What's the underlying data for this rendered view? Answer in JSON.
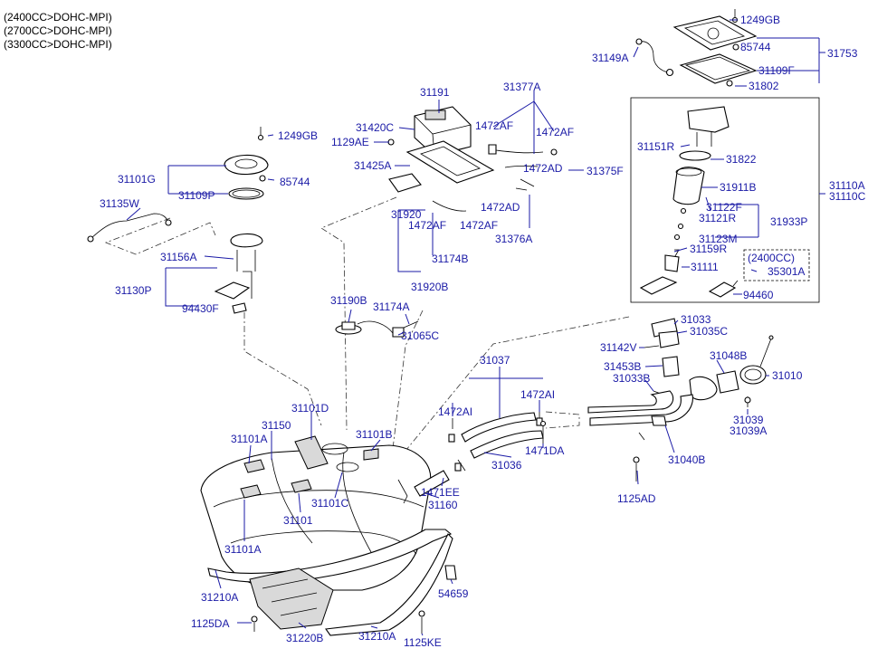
{
  "header_lines": [
    "(2400CC>DOHC-MPI)",
    "(2700CC>DOHC-MPI)",
    "(3300CC>DOHC-MPI)"
  ],
  "callouts": {
    "c1249GB_top": "1249GB",
    "c85744_top": "85744",
    "c31753": "31753",
    "c31149A": "31149A",
    "c31109F": "31109F",
    "c31802": "31802",
    "c31191": "31191",
    "c31377A": "31377A",
    "c1472AF_a": "1472AF",
    "c1472AF_b": "1472AF",
    "c31420C": "31420C",
    "c1129AE": "1129AE",
    "c31425A": "31425A",
    "c1472AD_a": "1472AD",
    "c31375F": "31375F",
    "c1472AD_b": "1472AD",
    "c31920": "31920",
    "c1472AF_c": "1472AF",
    "c1472AF_d": "1472AF",
    "c31376A": "31376A",
    "c31174B": "31174B",
    "c31920B": "31920B",
    "c1249GB_left": "1249GB",
    "c31101G": "31101G",
    "c85744_left": "85744",
    "c31109P": "31109P",
    "c31135W": "31135W",
    "c31156A": "31156A",
    "c31130P": "31130P",
    "c94430F": "94430F",
    "c31151R": "31151R",
    "c31822": "31822",
    "c31911B": "31911B",
    "c31110A": "31110A",
    "c31110C": "31110C",
    "c31122F": "31122F",
    "c31121R": "31121R",
    "c31933P": "31933P",
    "c31123M": "31123M",
    "c31159R": "31159R",
    "c2400CC": "(2400CC)",
    "c31111": "31111",
    "c35301A": "35301A",
    "c94460": "94460",
    "c31190B": "31190B",
    "c31174A": "31174A",
    "c31065C": "31065C",
    "c31033_top": "31033",
    "c31035C": "31035C",
    "c31142V": "31142V",
    "c31048B": "31048B",
    "c31453B": "31453B",
    "c31033B": "31033B",
    "c31010": "31010",
    "c31037": "31037",
    "c1472AI_a": "1472AI",
    "c1472AI_b": "1472AI",
    "c31039": "31039",
    "c31039A": "31039A",
    "c1471DA": "1471DA",
    "c31036": "31036",
    "c31040B": "31040B",
    "c1125AD": "1125AD",
    "c31101D": "31101D",
    "c31150": "31150",
    "c31101B": "31101B",
    "c31101A_top": "31101A",
    "c31101C": "31101C",
    "c1471EE": "1471EE",
    "c31160": "31160",
    "c31101": "31101",
    "c31101A_bottom": "31101A",
    "c54659": "54659",
    "c31210A_left": "31210A",
    "c1125DA": "1125DA",
    "c31220B": "31220B",
    "c31210A_bottom": "31210A",
    "c1125KE": "1125KE"
  }
}
